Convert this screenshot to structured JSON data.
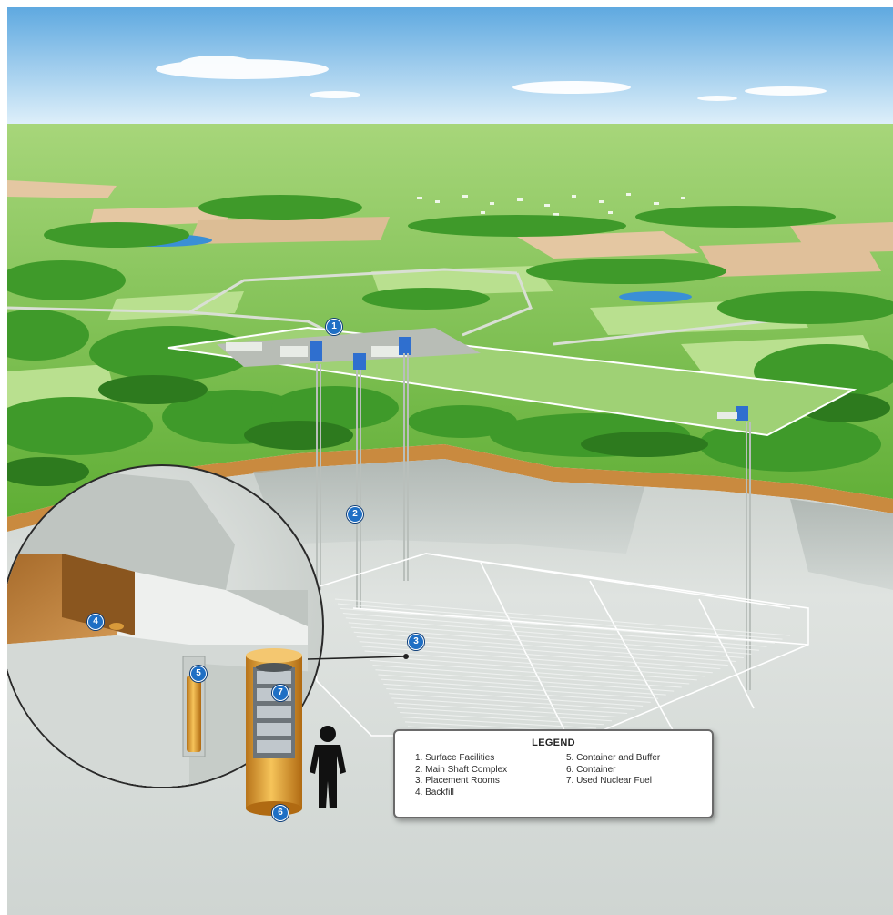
{
  "legend": {
    "title": "LEGEND",
    "items": [
      "1.  Surface Facilities",
      "2.  Main Shaft Complex",
      "3.  Placement Rooms",
      "4.  Backfill",
      "5.  Container and Buffer",
      "6.  Container",
      "7.  Used Nuclear Fuel"
    ]
  },
  "markers": [
    "1",
    "2",
    "3",
    "4",
    "5",
    "6",
    "7"
  ],
  "colors": {
    "sky": "#cfe8f7",
    "field_green": "#7ac043",
    "tree_green": "#3f9a2a",
    "soil": "#c98a3f",
    "rock": "#d7dcd8",
    "marker_blue": "#1f6fc4",
    "container_copper": "#e0a030"
  }
}
